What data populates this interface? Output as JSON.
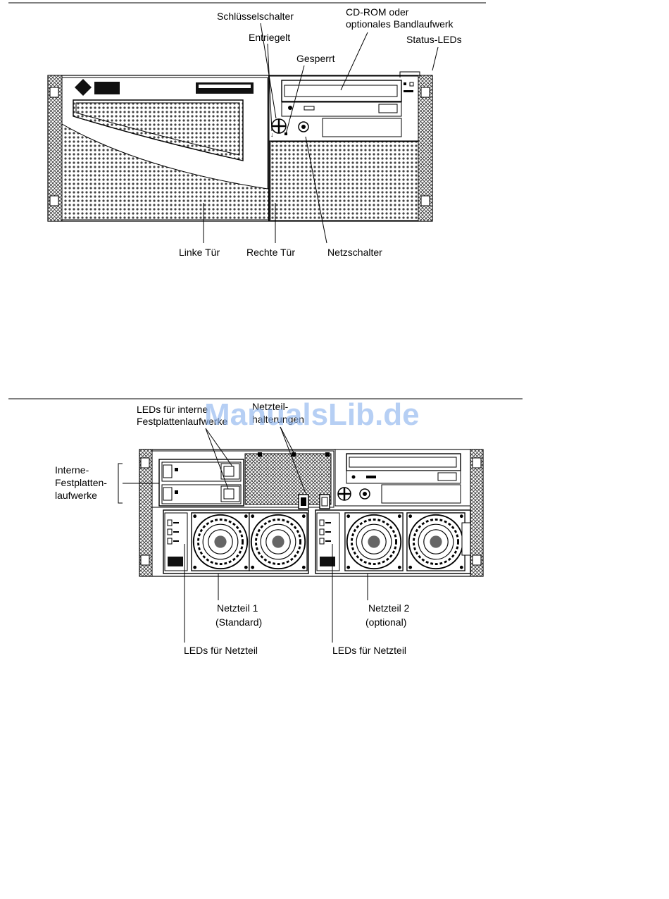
{
  "watermark": "ManualsLib.de",
  "figure1": {
    "labels": {
      "key_switch": "Schlüsselschalter",
      "unlocked": "Entriegelt",
      "locked": "Gesperrt",
      "cdrom_line1": "CD-ROM oder",
      "cdrom_line2": "optionales Bandlaufwerk",
      "status_leds": "Status-LEDs",
      "left_door": "Linke Tür",
      "right_door": "Rechte Tür",
      "power_switch": "Netzschalter"
    }
  },
  "figure2": {
    "labels": {
      "disk_leds_line1": "LEDs für interne",
      "disk_leds_line2": "Festplattenlaufwerke",
      "psu_latches_line1": "Netzteil-",
      "psu_latches_line2": "halterungen",
      "internal_disks_line1": "Interne-",
      "internal_disks_line2": "Festplatten-",
      "internal_disks_line3": "laufwerke",
      "psu1_line1": "Netzteil  1",
      "psu1_line2": "(Standard)",
      "psu2_line1": "Netzteil  2",
      "psu2_line2": "(optional)",
      "psu_leds_left": "LEDs für Netzteil",
      "psu_leds_right": "LEDs für Netzteil"
    }
  }
}
